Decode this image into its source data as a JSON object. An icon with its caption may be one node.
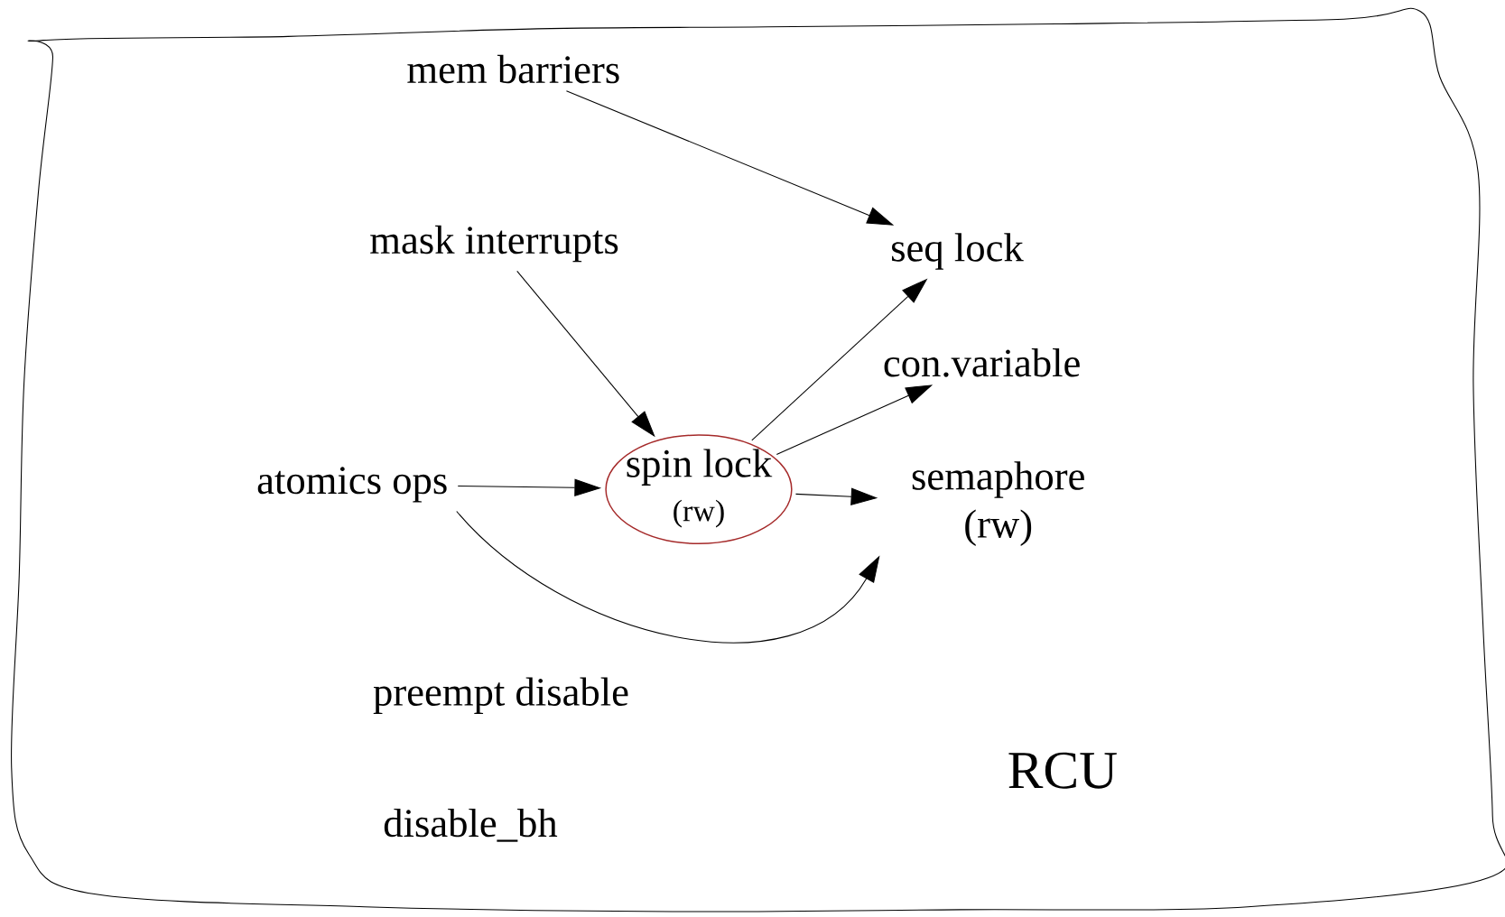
{
  "diagram": {
    "nodes": [
      {
        "text": [
          "mem barriers"
        ]
      },
      {
        "text": [
          "mask interrupts"
        ]
      },
      {
        "text": [
          "seq lock"
        ]
      },
      {
        "text": [
          "con.variable"
        ]
      },
      {
        "text": [
          "atomics ops"
        ]
      },
      {
        "text": [
          "spin lock",
          "(rw)"
        ]
      },
      {
        "text": [
          "semaphore (rw)"
        ]
      }
    ],
    "edges": [
      {
        "from": 0,
        "to": 2,
        "arrow": "to"
      },
      {
        "from": 1,
        "to": 5,
        "arrow": "to"
      },
      {
        "from": 5,
        "to": 2,
        "arrow": "to"
      },
      {
        "from": 5,
        "to": 3,
        "arrow": "to"
      },
      {
        "from": 5,
        "to": 6,
        "arrow": "to"
      },
      {
        "from": 4,
        "to": 5,
        "arrow": "to"
      },
      {
        "from": 4,
        "to": 6,
        "arrow": "to"
      }
    ],
    "labels": [
      "preempt disable",
      "RCU",
      "disable_bh"
    ]
  }
}
